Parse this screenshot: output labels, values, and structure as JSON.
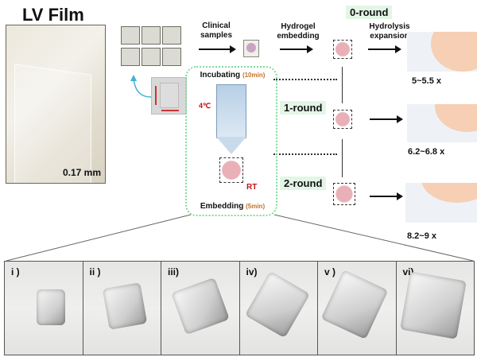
{
  "film": {
    "title": "LV Film",
    "thickness": "0.17 mm"
  },
  "flow": {
    "clinical_samples": "Clinical samples",
    "hydrogel_embedding": "Hydrogel embedding",
    "hydrolysis_expansion": "Hydrolysis expansion",
    "rounds": [
      "0-round",
      "1-round",
      "2-round"
    ],
    "expansion_factors": [
      "5~5.5 x",
      "6.2~6.8 x",
      "8.2~9 x"
    ]
  },
  "cycle": {
    "incubating": "Incubating",
    "incubating_time": "(10min)",
    "embedding": "Embedding",
    "embedding_time": "(5min)",
    "temp_cold": "4℃",
    "temp_rt": "RT"
  },
  "photos": [
    "i )",
    "ii )",
    "iii)",
    "iv)",
    "v )",
    "vi)"
  ],
  "colors": {
    "round_bg": "#e3f6e6",
    "dashed_border": "#7fdc9a",
    "time_text": "#c0722a",
    "temp_text": "#c0141a",
    "fiber": "#3fb1d6",
    "tissue": "#f6cfb5",
    "dots": "#2f6ea8"
  }
}
